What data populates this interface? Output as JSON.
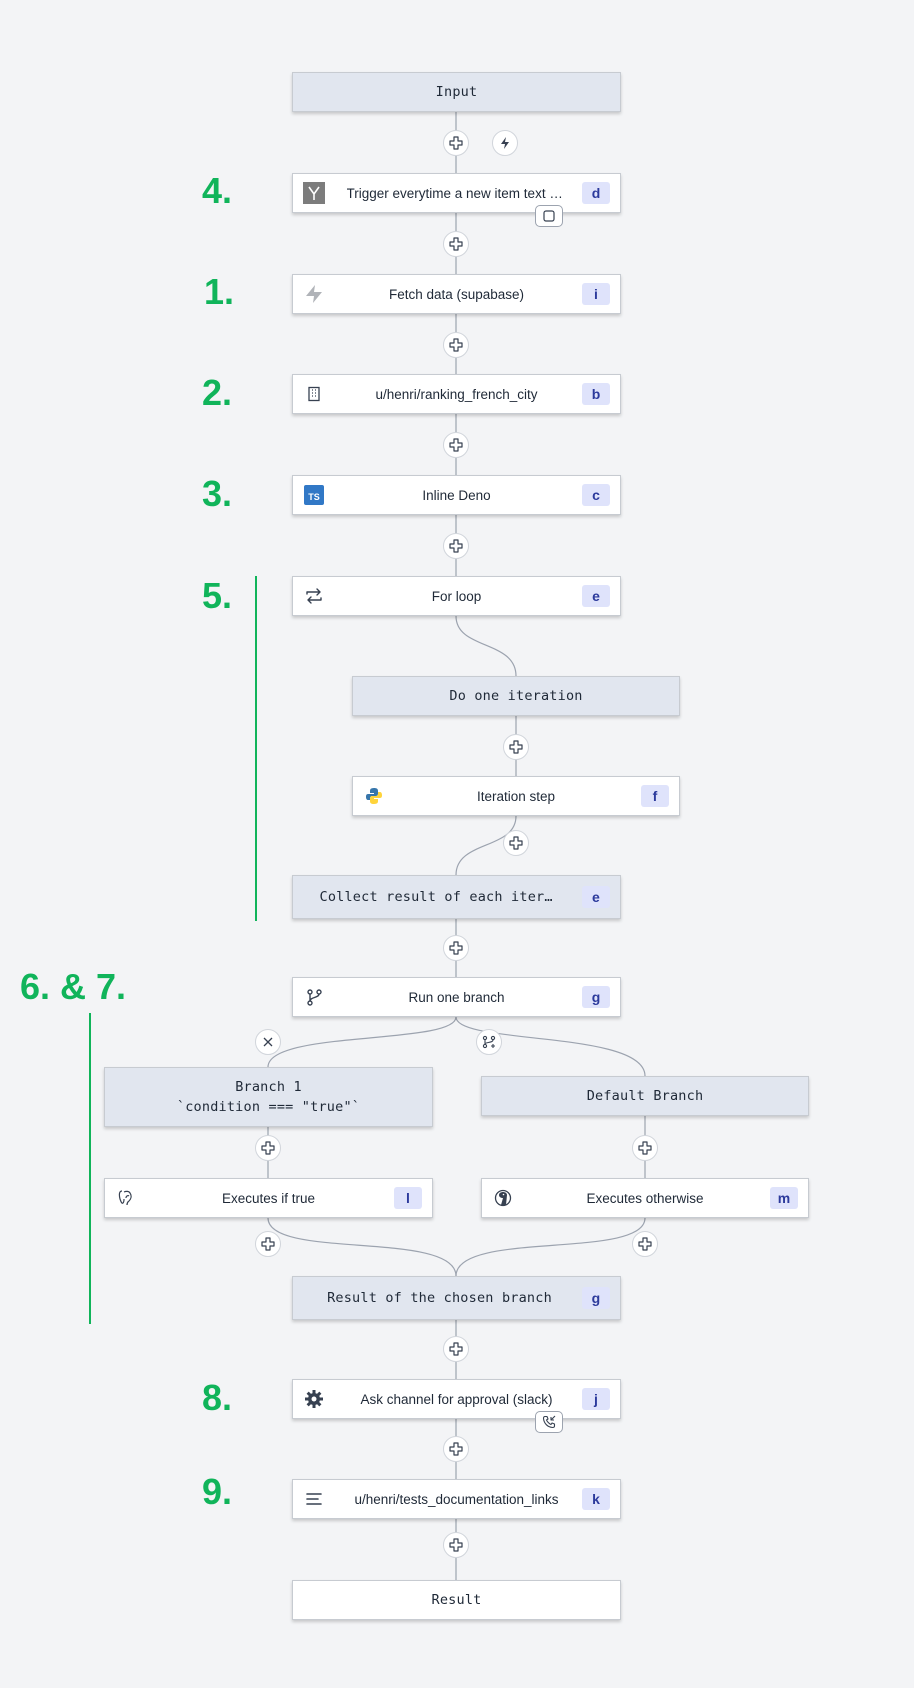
{
  "flow": {
    "input": "Input",
    "trigger": {
      "label": "Trigger everytime a new item text o...",
      "badge": "d"
    },
    "fetch": {
      "label": "Fetch data (supabase)",
      "badge": "i"
    },
    "ranking": {
      "label": "u/henri/ranking_french_city",
      "badge": "b"
    },
    "deno": {
      "label": "Inline Deno",
      "badge": "c"
    },
    "forloop": {
      "label": "For loop",
      "badge": "e"
    },
    "do_iteration": "Do one iteration",
    "iteration_step": {
      "label": "Iteration step",
      "badge": "f"
    },
    "collect": {
      "label": "Collect result of each iteration",
      "badge": "e"
    },
    "run_branch": {
      "label": "Run one branch",
      "badge": "g"
    },
    "branch1": {
      "line1": "Branch 1",
      "line2": "`condition === \"true\"`"
    },
    "default_branch": "Default Branch",
    "exec_true": {
      "label": "Executes if true",
      "badge": "l"
    },
    "exec_otherwise": {
      "label": "Executes otherwise",
      "badge": "m"
    },
    "chosen": {
      "label": "Result of the chosen branch",
      "badge": "g"
    },
    "approval": {
      "label": "Ask channel for approval (slack)",
      "badge": "j"
    },
    "docs": {
      "label": "u/henri/tests_documentation_links",
      "badge": "k"
    },
    "result": "Result"
  },
  "steps": {
    "s4": "4.",
    "s1": "1.",
    "s2": "2.",
    "s3": "3.",
    "s5": "5.",
    "s67": "6. & 7.",
    "s8": "8.",
    "s9": "9."
  },
  "colors": {
    "accent": "#10b45a",
    "badge_bg": "#dfe3fb",
    "badge_text": "#2c3a9c",
    "node_gray": "#e1e6ef"
  },
  "icons": {
    "trigger": "y-letter-icon",
    "fetch": "supabase-icon",
    "ranking": "building-icon",
    "deno": "typescript-icon",
    "forloop": "repeat-icon",
    "iteration": "python-icon",
    "branch": "git-branch-icon",
    "exec_true": "postgres-icon",
    "exec_otherwise": "deno-icon",
    "approval": "gear-icon",
    "docs": "list-icon"
  }
}
